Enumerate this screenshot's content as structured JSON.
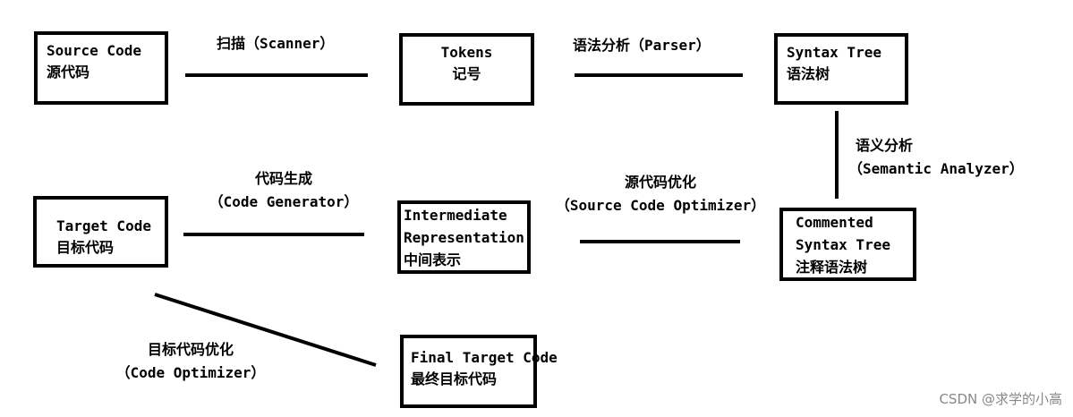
{
  "nodes": {
    "source_code": {
      "line1": "Source Code",
      "line2": "源代码"
    },
    "tokens": {
      "line1": "Tokens",
      "line2": "记号"
    },
    "syntax_tree": {
      "line1": "Syntax Tree",
      "line2": "语法树"
    },
    "commented_syntax_tree": {
      "line1": "Commented",
      "line2": "Syntax Tree",
      "line3": "注释语法树"
    },
    "intermediate_representation": {
      "line1": "Intermediate",
      "line2": "Representation",
      "line3": "中间表示"
    },
    "target_code": {
      "line1": "Target Code",
      "line2": "目标代码"
    },
    "final_target_code": {
      "line1": "Final Target Code",
      "line2": "最终目标代码"
    }
  },
  "edges": {
    "scanner": {
      "line1": "扫描（Scanner）"
    },
    "parser": {
      "line1": "语法分析（Parser）"
    },
    "semantic_analyzer": {
      "line1": "语义分析",
      "line2": "（Semantic Analyzer）"
    },
    "source_code_optimizer": {
      "line1": "源代码优化",
      "line2": "（Source Code Optimizer）"
    },
    "code_generator": {
      "line1": "代码生成",
      "line2": "（Code Generator）"
    },
    "code_optimizer": {
      "line1": "目标代码优化",
      "line2": "（Code Optimizer）"
    }
  },
  "watermark": "CSDN @求学的小高"
}
